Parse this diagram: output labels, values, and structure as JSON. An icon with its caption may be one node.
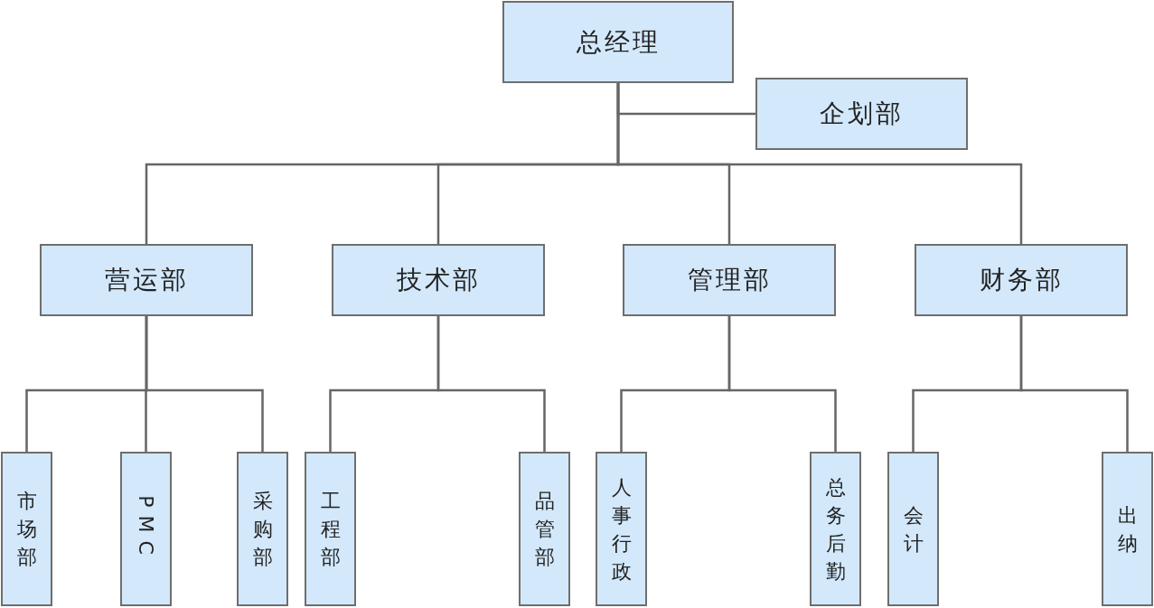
{
  "diagram": {
    "nodes": [
      {
        "text": [
          "总经理"
        ]
      },
      {
        "text": [
          "企划部"
        ]
      },
      {
        "text": [
          "营运部"
        ]
      },
      {
        "text": [
          "技术部"
        ]
      },
      {
        "text": [
          "管理部"
        ]
      },
      {
        "text": [
          "财务部"
        ]
      },
      {
        "text": [
          "市场部"
        ]
      },
      {
        "text": [
          "PMC"
        ]
      },
      {
        "text": [
          "采购部"
        ]
      },
      {
        "text": [
          "工程部"
        ]
      },
      {
        "text": [
          "品管部"
        ]
      },
      {
        "text": [
          "人事行政"
        ]
      },
      {
        "text": [
          "总务后勤"
        ]
      },
      {
        "text": [
          "会计"
        ]
      },
      {
        "text": [
          "出纳"
        ]
      }
    ],
    "edges": [
      {
        "from": 0,
        "to": 1,
        "arrow": "none"
      },
      {
        "from": 0,
        "to": 2,
        "arrow": "none"
      },
      {
        "from": 0,
        "to": 3,
        "arrow": "none"
      },
      {
        "from": 0,
        "to": 4,
        "arrow": "none"
      },
      {
        "from": 0,
        "to": 5,
        "arrow": "none"
      },
      {
        "from": 2,
        "to": 6,
        "arrow": "none"
      },
      {
        "from": 2,
        "to": 7,
        "arrow": "none"
      },
      {
        "from": 2,
        "to": 8,
        "arrow": "none"
      },
      {
        "from": 3,
        "to": 9,
        "arrow": "none"
      },
      {
        "from": 3,
        "to": 10,
        "arrow": "none"
      },
      {
        "from": 4,
        "to": 11,
        "arrow": "none"
      },
      {
        "from": 4,
        "to": 12,
        "arrow": "none"
      },
      {
        "from": 5,
        "to": 13,
        "arrow": "none"
      },
      {
        "from": 5,
        "to": 14,
        "arrow": "none"
      }
    ]
  }
}
